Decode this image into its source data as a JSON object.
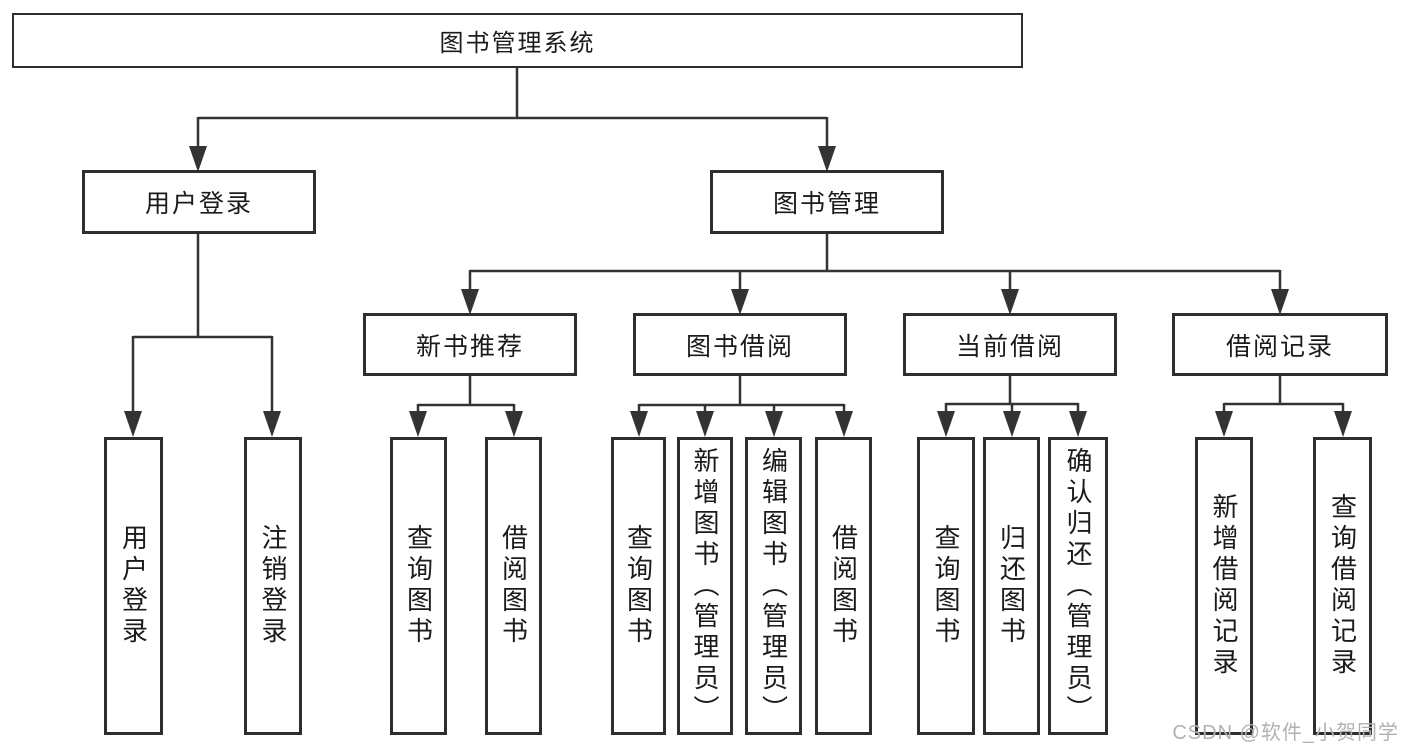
{
  "diagram": {
    "type": "hierarchy",
    "tree": {
      "label": "图书管理系统",
      "children": [
        {
          "label": "用户登录",
          "children": [
            {
              "label": "用户登录"
            },
            {
              "label": "注销登录"
            }
          ]
        },
        {
          "label": "图书管理",
          "children": [
            {
              "label": "新书推荐",
              "children": [
                {
                  "label": "查询图书"
                },
                {
                  "label": "借阅图书"
                }
              ]
            },
            {
              "label": "图书借阅",
              "children": [
                {
                  "label": "查询图书"
                },
                {
                  "label": "新增图书（管理员）"
                },
                {
                  "label": "编辑图书（管理员）"
                },
                {
                  "label": "借阅图书"
                }
              ]
            },
            {
              "label": "当前借阅",
              "children": [
                {
                  "label": "查询图书"
                },
                {
                  "label": "归还图书"
                },
                {
                  "label": "确认归还（管理员）"
                }
              ]
            },
            {
              "label": "借阅记录",
              "children": [
                {
                  "label": "新增借阅记录"
                },
                {
                  "label": "查询借阅记录"
                }
              ]
            }
          ]
        }
      ]
    },
    "colors": {
      "line": "#333333",
      "box_border": "#2e2e2e",
      "text": "#1b1b1b",
      "background": "#ffffff",
      "watermark": "#b2b2b2"
    },
    "watermark": {
      "text": "CSDN @软件_小贺同学"
    }
  }
}
